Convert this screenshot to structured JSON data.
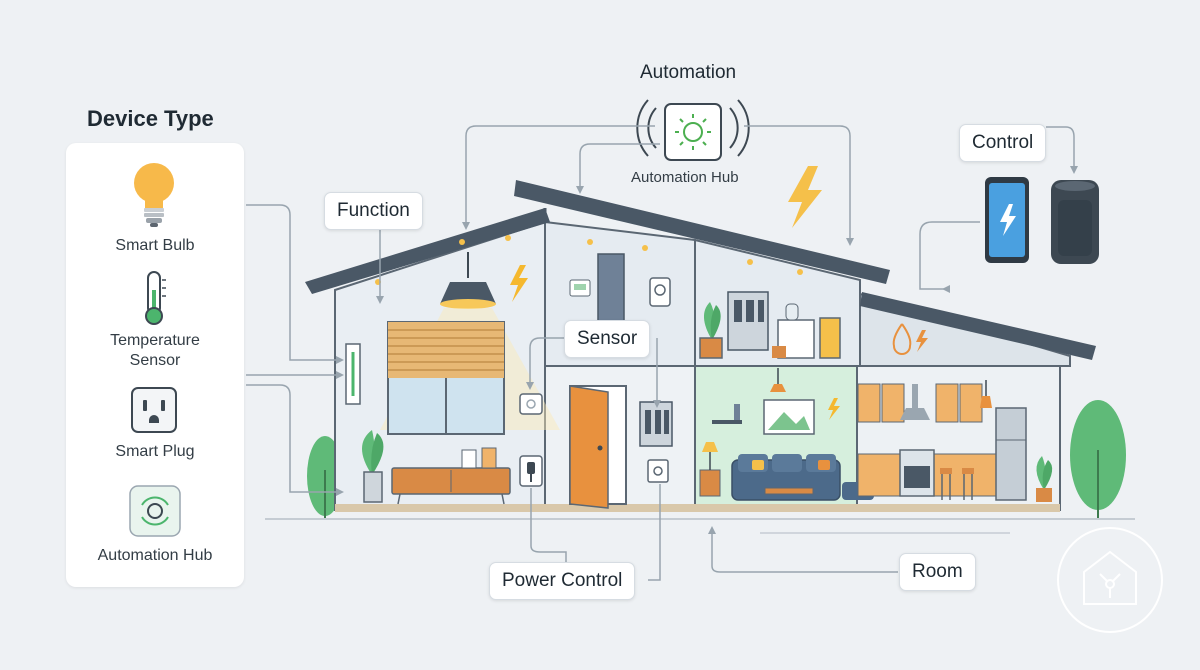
{
  "panel": {
    "title": "Device Type",
    "devices": [
      {
        "label": "Smart Bulb",
        "icon": "light-bulb-icon"
      },
      {
        "label": "Temperature Sensor",
        "icon": "thermometer-icon"
      },
      {
        "label": "Smart Plug",
        "icon": "power-outlet-icon"
      },
      {
        "label": "Automation Hub",
        "icon": "hub-icon"
      }
    ]
  },
  "callouts": {
    "automation": "Automation",
    "automation_hub": "Automation Hub",
    "control": "Control",
    "function": "Function",
    "sensor": "Sensor",
    "power_control": "Power Control",
    "room": "Room"
  },
  "colors": {
    "background": "#eef1f4",
    "roof": "#4a5866",
    "accent_green": "#4caf50",
    "bolt_yellow": "#f5b82e",
    "door_orange": "#e8913e",
    "wall_green": "#d6efdd"
  }
}
